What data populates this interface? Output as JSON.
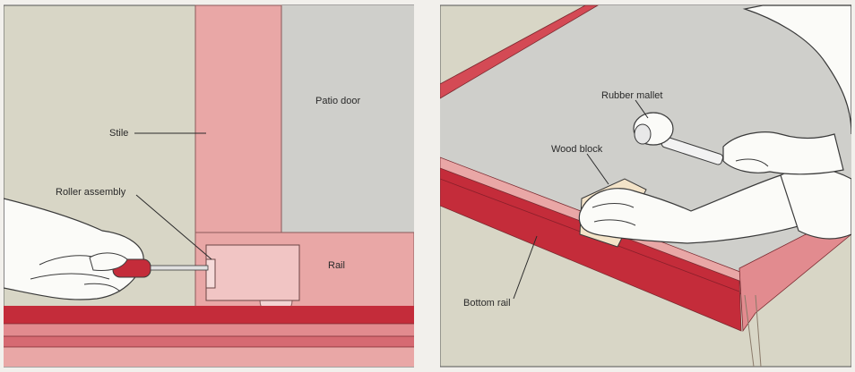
{
  "left_panel": {
    "labels": {
      "patio_door": "Patio door",
      "stile": "Stile",
      "roller_assembly": "Roller assembly",
      "rail": "Rail"
    }
  },
  "right_panel": {
    "labels": {
      "rubber_mallet": "Rubber mallet",
      "wood_block": "Wood block",
      "bottom_rail": "Bottom rail"
    }
  },
  "colors": {
    "wall": "#d8d6c6",
    "door_glass": "#cfcfcb",
    "frame_pink": "#e9a7a6",
    "frame_red": "#c42c3a",
    "skin_outline": "#3a3a3a"
  }
}
